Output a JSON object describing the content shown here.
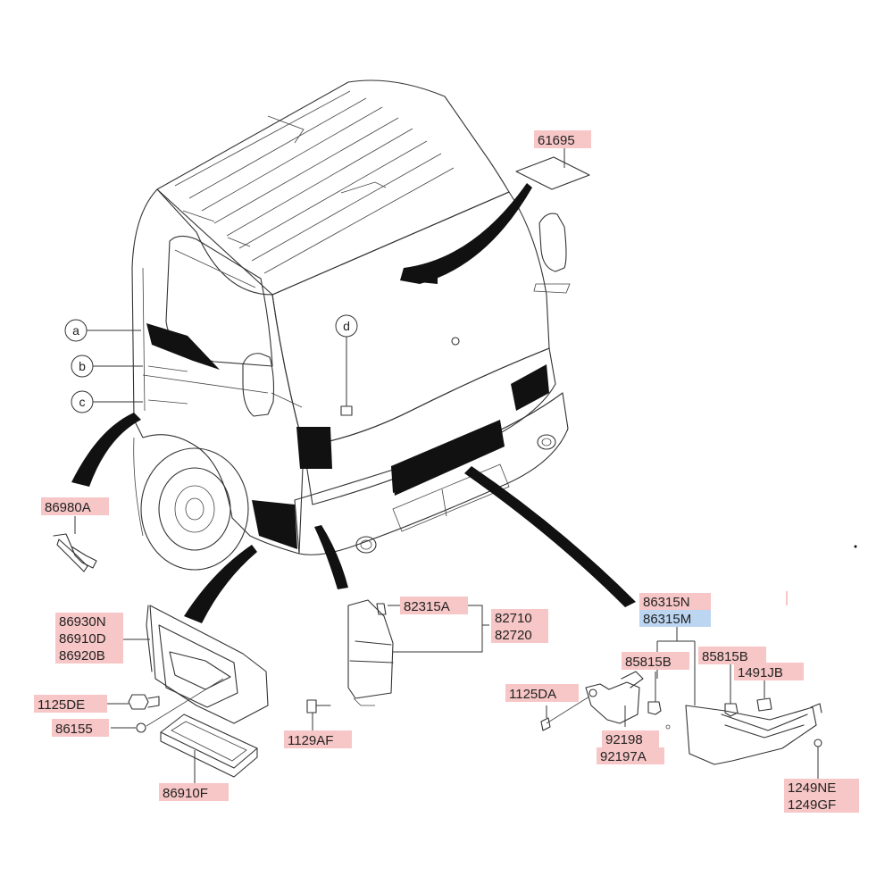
{
  "colors": {
    "label_highlight": "#f7c6c6",
    "label_selected": "#bcd6f2",
    "line": "#333333",
    "black": "#111111"
  },
  "circle_letters": {
    "a": "a",
    "b": "b",
    "c": "c",
    "d": "d"
  },
  "parts": {
    "p61695": "61695",
    "p86980A": "86980A",
    "p86315N": "86315N",
    "p86315M": "86315M",
    "p82315A": "82315A",
    "p82710": "82710",
    "p82720": "82720",
    "p86930N": "86930N",
    "p86910D": "86910D",
    "p86920B": "86920B",
    "p1125DE": "1125DE",
    "p86155": "86155",
    "p86910F": "86910F",
    "p1129AF": "1129AF",
    "p85815B_l": "85815B",
    "p85815B_r": "85815B",
    "p1491JB": "1491JB",
    "p1125DA": "1125DA",
    "p92198": "92198",
    "p92197A": "92197A",
    "p1249NE": "1249NE",
    "p1249GF": "1249GF"
  }
}
